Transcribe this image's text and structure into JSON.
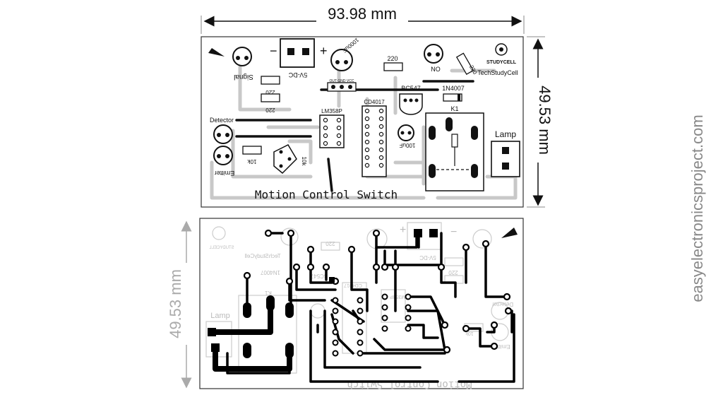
{
  "dimensions": {
    "width_label": "93.98 mm",
    "height_label": "49.53 mm"
  },
  "watermark": "easyelectronicsproject.com",
  "colors": {
    "silkscreen": "#111111",
    "ghost": "#bbbbbb",
    "trace": "#000000",
    "dimension_gray": "#999999"
  },
  "top_board": {
    "title": "Motion Control Switch",
    "labels": {
      "signal": "Signal",
      "power": "5V-DC",
      "cap_1000": "1000uF",
      "plus": "+",
      "minus": "−",
      "r220_top": "220",
      "no": "NO",
      "r220_right": "220",
      "studycell": "STUDYCELL",
      "brand": "TechStudyCell",
      "r220_left1": "220",
      "r220_left2": "220",
      "pins": "OUT GND VCC",
      "bc547": "BC547",
      "n4007": "1N4007",
      "cd4017": "CD4017",
      "k1": "K1",
      "lm358p": "LM358P",
      "detector": "Detector",
      "cap_100": "100uF",
      "lamp": "Lamp",
      "r10k": "10k",
      "pot10k": "10k",
      "emitter": "Emitter"
    }
  },
  "bottom_board": {
    "ghost_labels": {
      "title_mirror": "Motion Control Switch",
      "lamp": "Lamp",
      "k1": "K1",
      "brand": "TechStudyCell",
      "studycell": "STUDYCELL",
      "n4007": "1N4007",
      "bc547": "BC547",
      "cd4017": "CD4017",
      "lm358": "LM358P",
      "power": "5V-DC",
      "detector": "Detector",
      "emitter": "Emitter",
      "r220a": "220",
      "r220b": "220",
      "plus": "+",
      "minus": "−",
      "k10": "10k"
    }
  }
}
